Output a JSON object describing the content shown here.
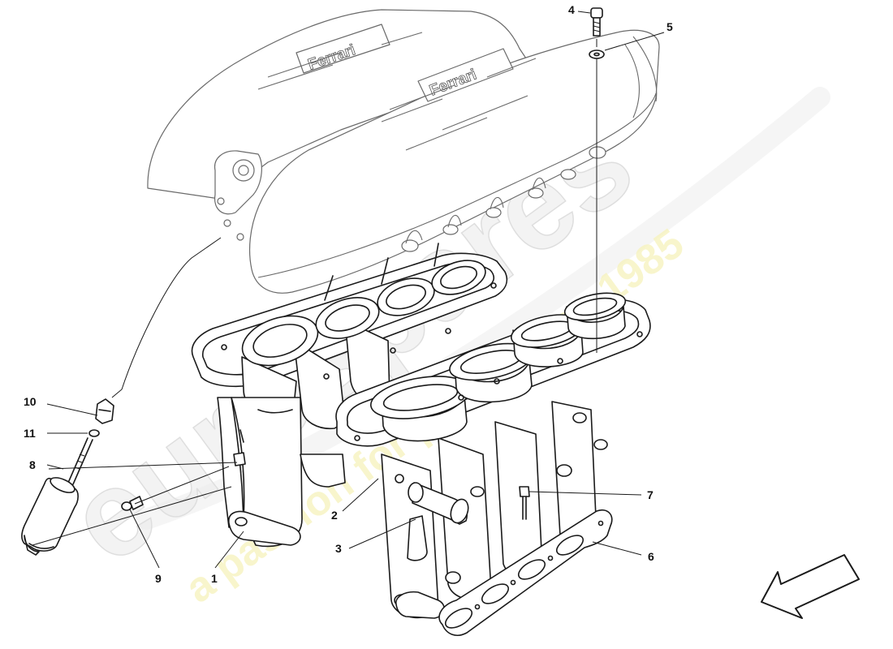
{
  "diagram": {
    "watermark": {
      "brand": "eurospares",
      "tagline": "a passion for parts since 1985",
      "brand_color": "#d8d8d8",
      "tagline_color": "#f2ee8a"
    },
    "callouts": [
      "1",
      "2",
      "3",
      "4",
      "5",
      "6",
      "7",
      "8",
      "9",
      "10",
      "11"
    ],
    "cover_emblem": "Ferrari"
  }
}
